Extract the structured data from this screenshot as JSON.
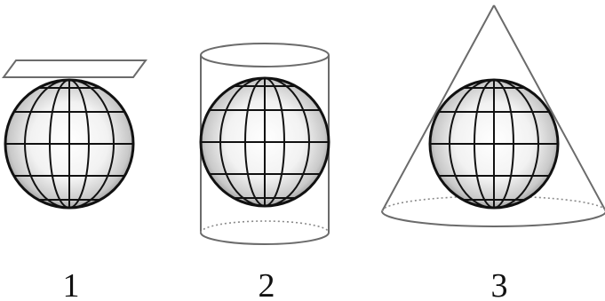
{
  "figure": {
    "panels": [
      {
        "label": "1",
        "surface": "plane"
      },
      {
        "label": "2",
        "surface": "cylinder"
      },
      {
        "label": "3",
        "surface": "cone"
      }
    ]
  }
}
